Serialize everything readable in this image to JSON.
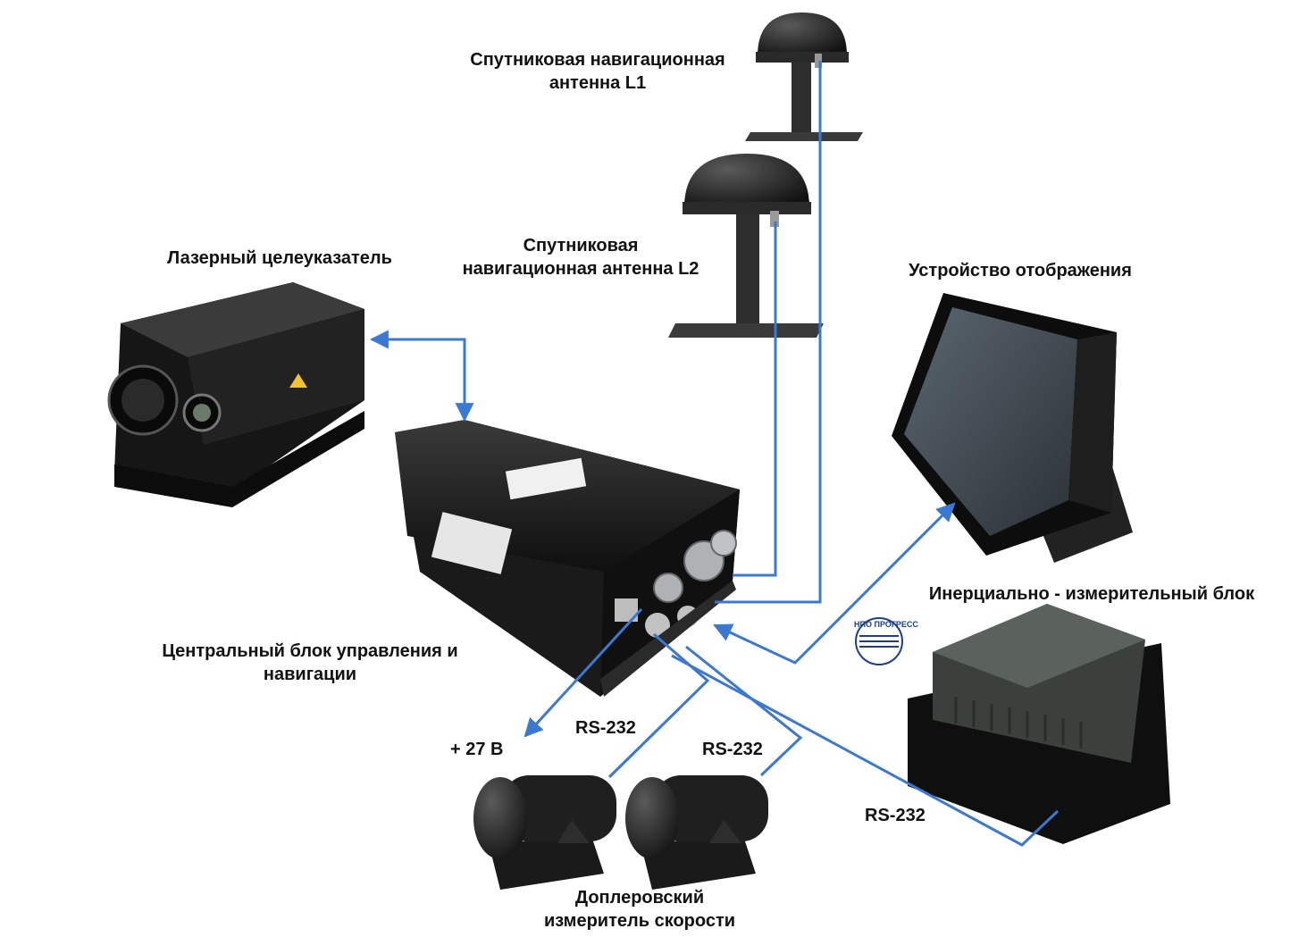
{
  "labels": {
    "antenna_l1": [
      "Спутниковая навигационная",
      "антенна L1"
    ],
    "antenna_l2": [
      "Спутниковая",
      "навигационная антенна L2"
    ],
    "laser": "Лазерный целеуказатель",
    "display": "Устройство отображения",
    "imu": "Инерциально - измерительный блок",
    "central": [
      "Центральный блок управления и",
      "навигации"
    ],
    "power": "+ 27 В",
    "rs232_doppler1": "RS-232",
    "rs232_doppler2": "RS-232",
    "rs232_imu": "RS-232",
    "doppler": [
      "Доплеровский",
      "измеритель скорости"
    ],
    "imu_logo": "НПО ПРОГРЕСС"
  },
  "colors": {
    "connector": "#3b78d1",
    "device_body": "#1b1b1b",
    "screen": "#3d4650"
  }
}
